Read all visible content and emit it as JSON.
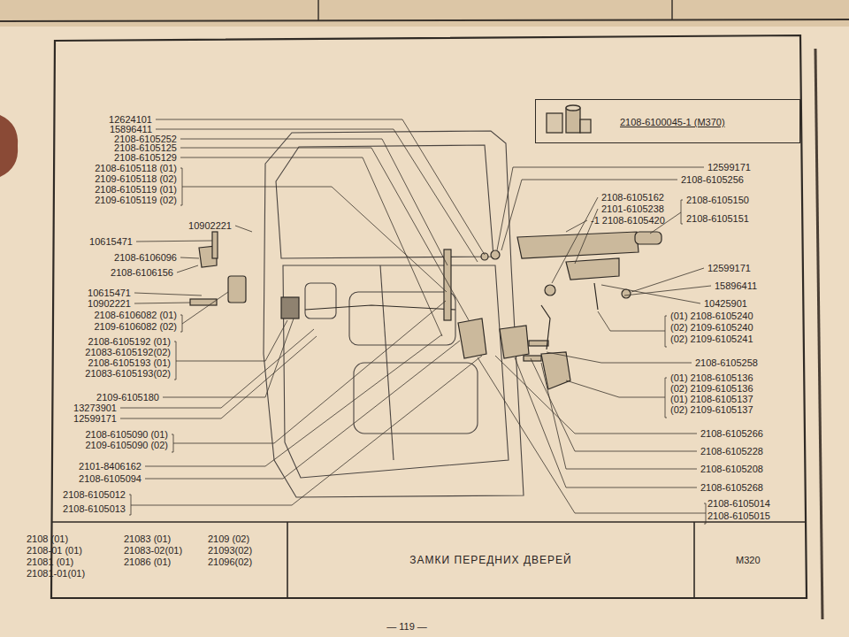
{
  "diagram": {
    "title": "ЗАМКИ ПЕРЕДНИХ ДВЕРЕЙ",
    "nodes": [
      {
        "text": [
          "2108-6100045-1 (М370)"
        ]
      }
    ],
    "labels": [
      "12624101",
      "15896411",
      "2108-6105252",
      "2108-6105125",
      "2108-6105129",
      "2108-6105118 (01)",
      "2109-6105118 (02)",
      "2108-6105119 (01)",
      "2109-6105119 (02)",
      "10902221",
      "10615471",
      "2108-6106096",
      "2108-6106156",
      "10615471",
      "10902221",
      "2108-6106082 (01)",
      "2109-6106082 (02)",
      "2108-6105192 (01)",
      "21083-6105192(02)",
      "2108-6105193 (01)",
      "21083-6105193(02)",
      "2109-6105180",
      "13273901",
      "12599171",
      "2108-6105090 (01)",
      "2109-6105090 (02)",
      "2101-8406162",
      "2108-6105094",
      "2108-6105012",
      "2108-6105013",
      "12599171",
      "2108-6105256",
      "2108-6105162",
      "2101-6105238",
      "-1 2108-6105420",
      "2108-6105150",
      "2108-6105151",
      "12599171",
      "15896411",
      "10425901",
      "(01) 2108-6105240",
      "(02) 2109-6105240",
      "(02) 2109-6105241",
      "2108-6105258",
      "(01) 2108-6105136",
      "(02) 2109-6105136",
      "(01) 2108-6105137",
      "(02) 2109-6105137",
      "2108-6105266",
      "2108-6105228",
      "2108-6105208",
      "2108-6105268",
      "2108-6105014",
      "2108-6105015",
      "2108 (01)",
      "21083 (01)",
      "2109 (02)",
      "2108-01 (01)",
      "21083-02(01)",
      "21093(02)",
      "21081 (01)",
      "21086 (01)",
      "21096(02)",
      "21081-01(01)",
      "М320",
      "— 119 —"
    ]
  }
}
